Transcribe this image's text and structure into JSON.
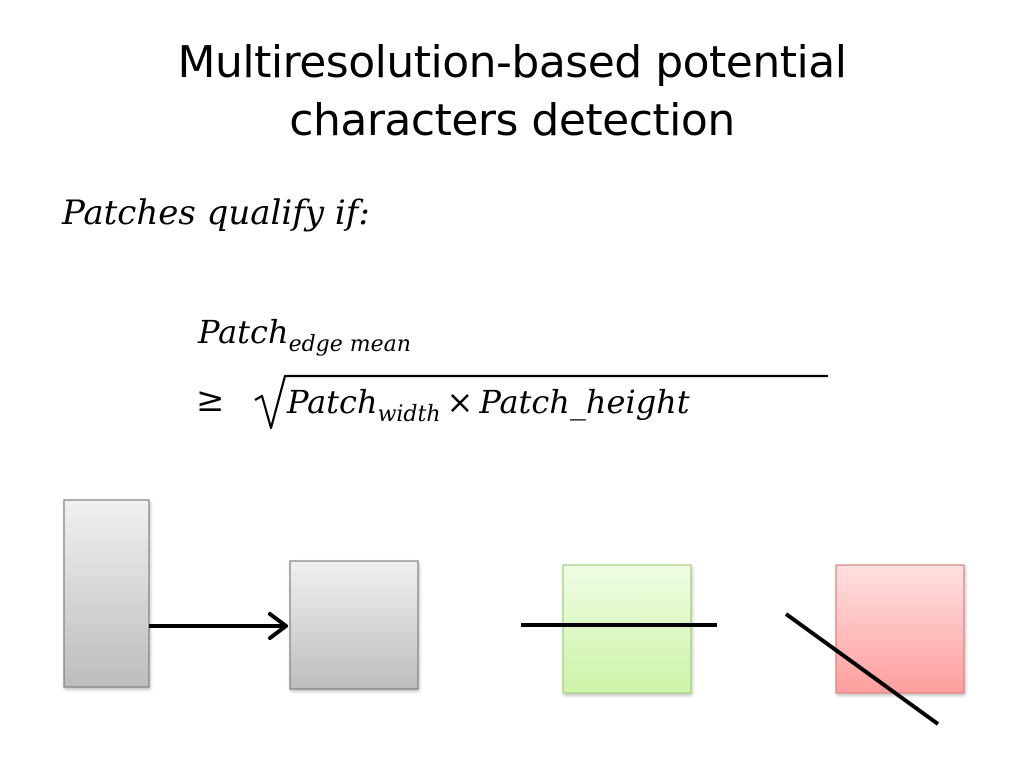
{
  "slide": {
    "title_line1": "Multiresolution-based potential",
    "title_line2": "characters detection",
    "subtitle": "Patches qualify if:"
  },
  "formula": {
    "lhs_base": "Patch",
    "lhs_sub": "edge mean",
    "relation": "≥",
    "rhs_term1_base": "Patch",
    "rhs_term1_sub": "width",
    "operator": "×",
    "rhs_term2": "Patch_height"
  },
  "colors": {
    "gray_box": "#d9d9d9",
    "green_box": "#d6f5b8",
    "red_box": "#ffb3b3",
    "stroke": "#000000"
  },
  "icons": {
    "accepted": "arrow-right-icon",
    "rejected_horizontal": "strike-line-icon",
    "rejected_diagonal": "strike-diagonal-icon"
  }
}
